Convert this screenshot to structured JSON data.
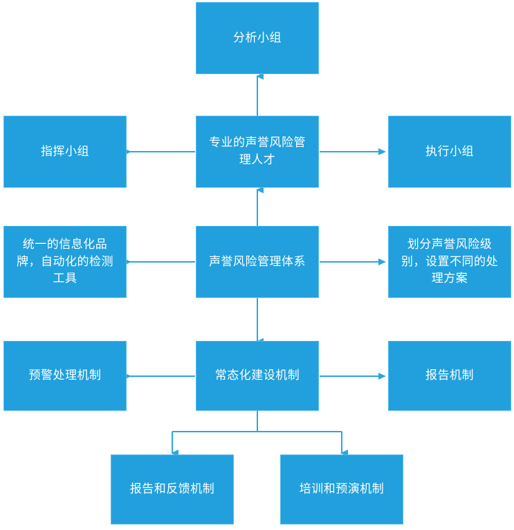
{
  "diagram": {
    "type": "flowchart",
    "title_text": "声誉风险管理体系",
    "colors": {
      "node_fill": "#21a0dd",
      "node_border": "#56bced",
      "node_text": "#ffffff",
      "connector": "#2ba6e0",
      "background": "#ffffff"
    },
    "nodes": [
      {
        "id": "analysis_team",
        "label": "分析小组"
      },
      {
        "id": "command_team",
        "label": "指挥小组"
      },
      {
        "id": "talent",
        "label": "专业的声誉风险管理人才"
      },
      {
        "id": "execution_team",
        "label": "执行小组"
      },
      {
        "id": "brand_tools",
        "label": "统一的信息化品牌，自动化的检测工具"
      },
      {
        "id": "system_core",
        "label": "声誉风险管理体系"
      },
      {
        "id": "risk_levels",
        "label": "划分声誉风险级别，设置不同的处理方案"
      },
      {
        "id": "warning_handling",
        "label": "预警处理机制"
      },
      {
        "id": "normalized_build",
        "label": "常态化建设机制"
      },
      {
        "id": "report_mechanism",
        "label": "报告机制"
      },
      {
        "id": "report_feedback",
        "label": "报告和反馈机制"
      },
      {
        "id": "training_drill",
        "label": "培训和预演机制"
      }
    ],
    "edges": [
      {
        "from": "talent",
        "to": "analysis_team",
        "direction": "up"
      },
      {
        "from": "talent",
        "to": "command_team",
        "direction": "left"
      },
      {
        "from": "talent",
        "to": "execution_team",
        "direction": "right"
      },
      {
        "from": "system_core",
        "to": "talent",
        "direction": "up"
      },
      {
        "from": "system_core",
        "to": "brand_tools",
        "direction": "left"
      },
      {
        "from": "system_core",
        "to": "risk_levels",
        "direction": "right"
      },
      {
        "from": "system_core",
        "to": "normalized_build",
        "direction": "down"
      },
      {
        "from": "normalized_build",
        "to": "warning_handling",
        "direction": "left"
      },
      {
        "from": "normalized_build",
        "to": "report_mechanism",
        "direction": "right"
      },
      {
        "from": "normalized_build",
        "to": "report_feedback",
        "direction": "down-split-left"
      },
      {
        "from": "normalized_build",
        "to": "training_drill",
        "direction": "down-split-right"
      }
    ]
  }
}
